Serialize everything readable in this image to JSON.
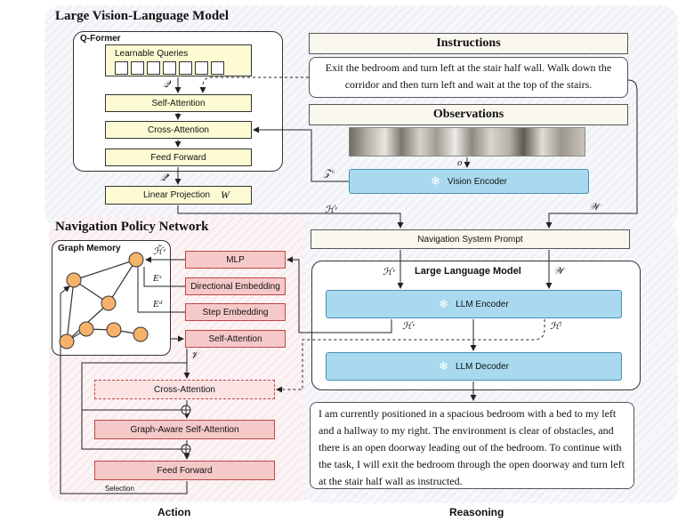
{
  "panels": {
    "lvlm_title": "Large Vision-Language Model",
    "nav_title": "Navigation Policy Network"
  },
  "qformer": {
    "title": "Q-Former",
    "learnable_queries": "Learnable Queries",
    "query_count": 7,
    "self_attention": "Self-Attention",
    "cross_attention": "Cross-Attention",
    "feed_forward": "Feed Forward",
    "linear_projection": "Linear Projection",
    "w_symbol": "W",
    "q_symbol": "𝒬",
    "q_prime_symbol": "𝒬′"
  },
  "instructions": {
    "heading": "Instructions",
    "text": "Exit the bedroom and turn left at the stair half wall. Walk down the corridor and then turn left and wait at the top of the stairs."
  },
  "observations": {
    "heading": "Observations",
    "o_symbol": "o",
    "z_symbol": "𝒵ᵛ"
  },
  "vision_encoder": {
    "label": "Vision Encoder",
    "icon": "snowflake-icon"
  },
  "symbols": {
    "h_v": "ℋᵛ",
    "w_cal": "𝒲",
    "h_l": "ℋˡ",
    "v_cal": "𝒱",
    "h_tilde_v": "ℋ̃ᵛ",
    "e_s": "Eˢ",
    "e_d": "Eᵈ"
  },
  "nav_prompt": "Navigation System Prompt",
  "llm": {
    "title": "Large Language Model",
    "encoder": "LLM Encoder",
    "decoder": "LLM Decoder"
  },
  "graph_memory": {
    "title": "Graph Memory"
  },
  "policy": {
    "mlp": "MLP",
    "directional_embedding": "Directional Embedding",
    "step_embedding": "Step Embedding",
    "self_attention": "Self-Attention",
    "cross_attention": "Cross-Attention",
    "graph_aware_self_attention": "Graph-Aware Self-Attention",
    "feed_forward": "Feed Forward",
    "selection": "Selection"
  },
  "reasoning_text": "I am currently positioned in a spacious bedroom with a bed to my left and a hallway to my right. The environment is clear of obstacles, and there is an open doorway leading out of the bedroom. To continue with the task, I will exit the bedroom through the open doorway and turn left at the stair half wall as instructed.",
  "bottom_labels": {
    "action": "Action",
    "reasoning": "Reasoning"
  },
  "colors": {
    "yellow_box": "#fdfbd3",
    "red_box": "#f6c9c9",
    "blue_box": "#a9d9ef",
    "node_orange": "#f6b26b"
  }
}
